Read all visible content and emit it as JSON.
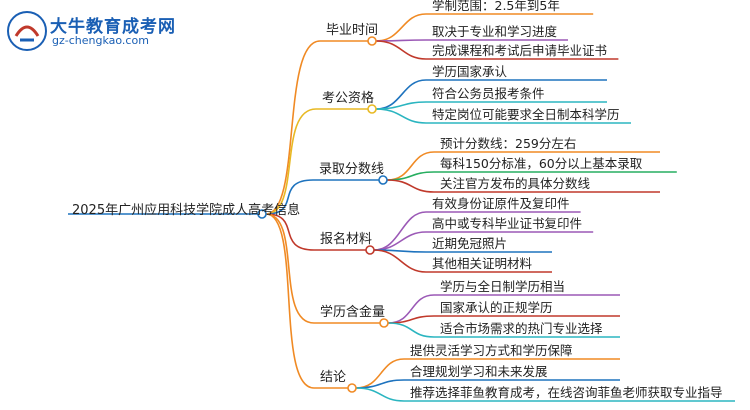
{
  "logo": {
    "name": "大牛教育成考网",
    "url_text": "gz-chengkao.com"
  },
  "root": {
    "label": "2025年广州应用科技学院成人高考信息"
  },
  "branches": [
    {
      "label": "毕业时间",
      "color": "#f08a24",
      "children": [
        "学制范围：2.5年到5年",
        "取决于专业和学习进度",
        "完成课程和考试后申请毕业证书"
      ],
      "child_colors": [
        "#f08a24",
        "#9b59b6",
        "#c0392b"
      ]
    },
    {
      "label": "考公资格",
      "color": "#e8b923",
      "children": [
        "学历国家承认",
        "符合公务员报考条件",
        "特定岗位可能要求全日制本科学历"
      ],
      "child_colors": [
        "#1e73be",
        "#2bb5c0",
        "#2bb5c0"
      ]
    },
    {
      "label": "录取分数线",
      "color": "#1e73be",
      "children": [
        "预计分数线：259分左右",
        "每科150分标准，60分以上基本录取",
        "关注官方发布的具体分数线"
      ],
      "child_colors": [
        "#f08a24",
        "#27ae60",
        "#c0392b"
      ]
    },
    {
      "label": "报名材料",
      "color": "#c0392b",
      "children": [
        "有效身份证原件及复印件",
        "高中或专科毕业证书复印件",
        "近期免冠照片",
        "其他相关证明材料"
      ],
      "child_colors": [
        "#9b59b6",
        "#9b59b6",
        "#1e73be",
        "#c0392b"
      ]
    },
    {
      "label": "学历含金量",
      "color": "#f08a24",
      "children": [
        "学历与全日制学历相当",
        "国家承认的正规学历",
        "适合市场需求的热门专业选择"
      ],
      "child_colors": [
        "#9b59b6",
        "#c0392b",
        "#2bb5c0"
      ]
    },
    {
      "label": "结论",
      "color": "#f08a24",
      "children": [
        "提供灵活学习方式和学历保障",
        "合理规划学习和未来发展",
        "推荐选择菲鱼教育成考，在线咨询菲鱼老师获取专业指导"
      ],
      "child_colors": [
        "#f08a24",
        "#1e73be",
        "#2bb5c0"
      ]
    }
  ]
}
